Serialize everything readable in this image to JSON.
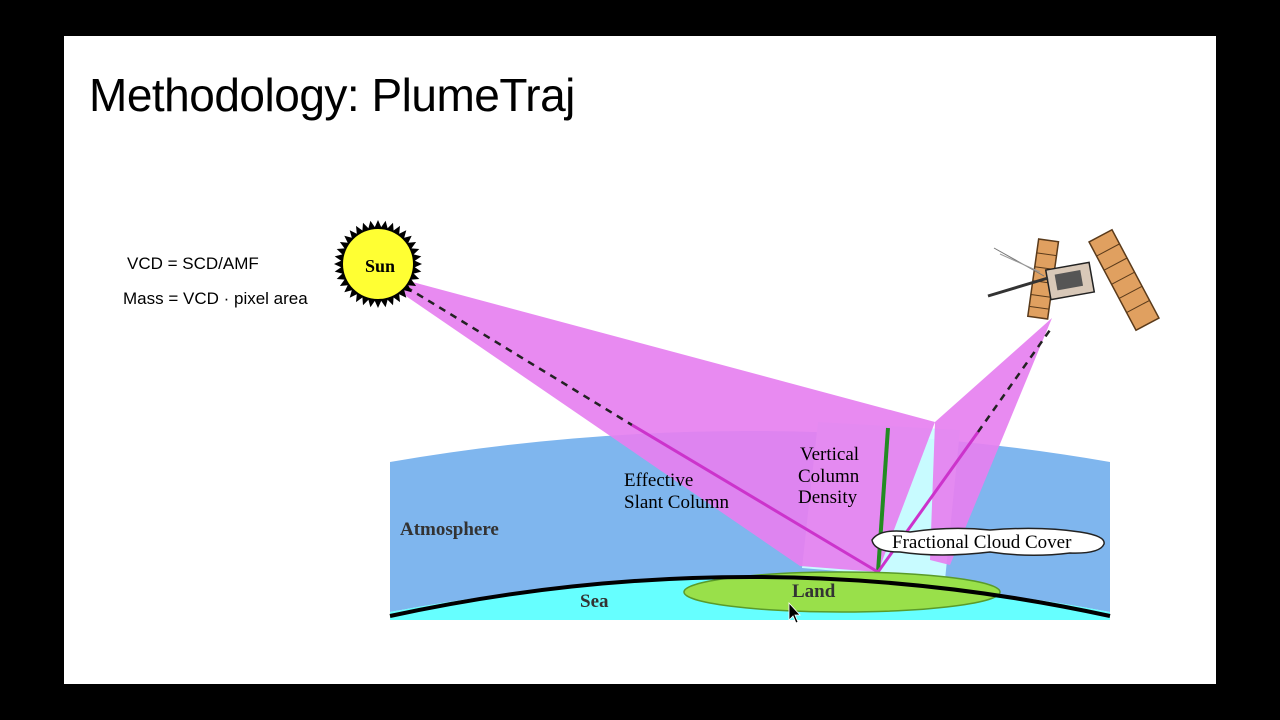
{
  "slide": {
    "title_main": "Methodology",
    "title_sep": ": ",
    "title_sub": "PlumeTraj",
    "formula_1": "VCD = SCD/AMF",
    "formula_2": "Mass = VCD · pixel area"
  },
  "diagram": {
    "labels": {
      "sun": "Sun",
      "effective_line1": "Effective",
      "effective_line2": "Slant Column",
      "vertical_line1": "Vertical",
      "vertical_line2": "Column",
      "vertical_line3": "Density",
      "cloud": "Fractional Cloud Cover",
      "atmosphere": "Atmosphere",
      "sea": "Sea",
      "land": "Land"
    },
    "colors": {
      "atmosphere": "#7fb6ee",
      "sea": "#66ffff",
      "land": "#99e04a",
      "light_path": "#e680f0",
      "slant_line": "#cc33cc",
      "column": "#ccffff",
      "column_line": "#228b22",
      "sun": "#ffff33",
      "satellite_panel": "#e0a060"
    },
    "icons": [
      "sun-icon",
      "satellite-icon",
      "cloud-icon",
      "mouse-cursor-icon"
    ]
  }
}
